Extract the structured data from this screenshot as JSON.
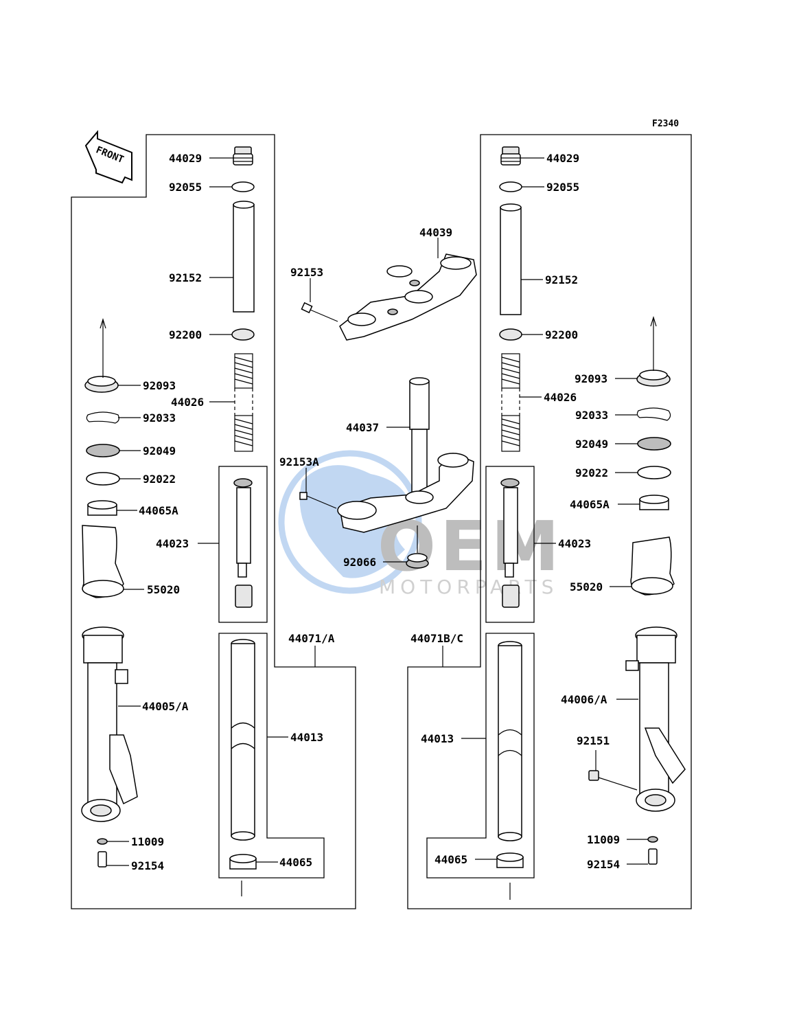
{
  "figure_code": "F2340",
  "front_arrow_text": "FRONT",
  "watermark": {
    "brand": "OEM",
    "tagline": "MOTORPARTS",
    "color": "#8fb8e8"
  },
  "labels": {
    "l44029": "44029",
    "l92055": "92055",
    "l92152": "92152",
    "l92200": "92200",
    "l92093": "92093",
    "l44026": "44026",
    "l92033": "92033",
    "l92049": "92049",
    "l92022": "92022",
    "l44065A": "44065A",
    "l44023": "44023",
    "l55020": "55020",
    "l44005A": "44005/A",
    "l11009": "11009",
    "l92154": "92154",
    "l44013": "44013",
    "l44065": "44065",
    "l44071A": "44071/A",
    "r44029": "44029",
    "r92055": "92055",
    "r92152": "92152",
    "r92200": "92200",
    "r92093": "92093",
    "r44026": "44026",
    "r92033": "92033",
    "r92049": "92049",
    "r92022": "92022",
    "r44065A": "44065A",
    "r44023": "44023",
    "r55020": "55020",
    "r44006A": "44006/A",
    "r92151": "92151",
    "r11009": "11009",
    "r92154": "92154",
    "r44013": "44013",
    "r44065": "44065",
    "r44071BC": "44071B/C",
    "c44039": "44039",
    "c92153": "92153",
    "c44037": "44037",
    "c92153A": "92153A",
    "c92066": "92066"
  }
}
